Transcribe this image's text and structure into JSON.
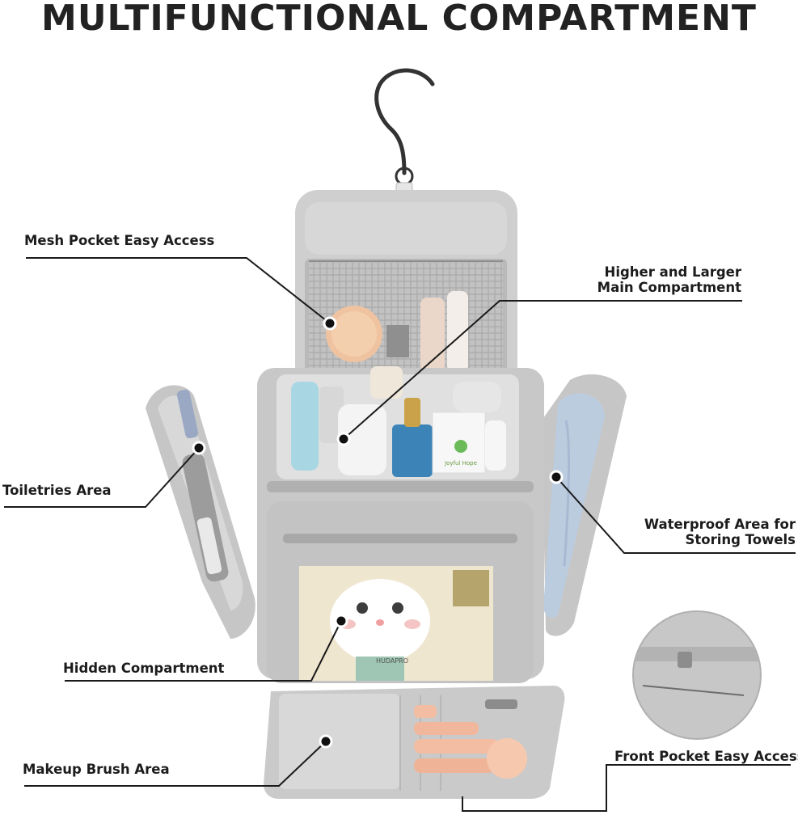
{
  "title": "MULTIFUNCTIONAL COMPARTMENT",
  "callouts": {
    "mesh_pocket": "Mesh Pocket Easy Access",
    "main_compartment": [
      "Higher and Larger",
      "Main Compartment"
    ],
    "toiletries": "Toiletries Area",
    "waterproof": [
      "Waterproof Area for",
      "Storing Towels"
    ],
    "hidden": "Hidden Compartment",
    "brush": "Makeup Brush Area",
    "front_pocket": "Front Pocket Easy Access"
  },
  "product": {
    "brand_mark": "HUDAPRO",
    "tag_text": "Joyful Hope",
    "colors": {
      "bag": "#c9c9c9",
      "bag_dark": "#a9a9a9",
      "lining": "#dcdcdc",
      "towel": "#b7c8dd",
      "brush_pink": "#f0b79c",
      "gold": "#c9a24a"
    }
  },
  "icons": [
    "hanger-hook-icon",
    "pointer-dot-icon"
  ]
}
